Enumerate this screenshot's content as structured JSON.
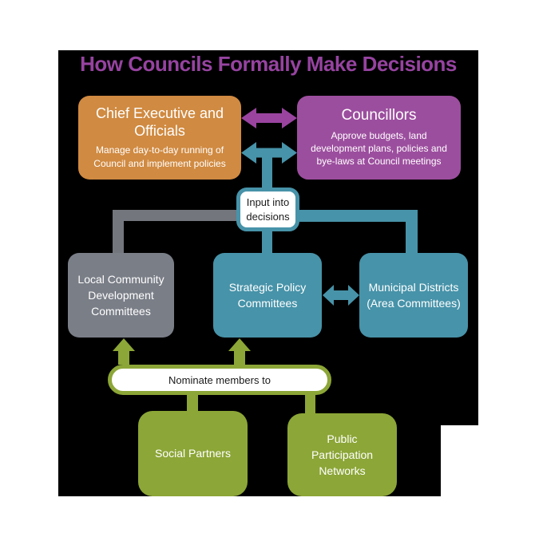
{
  "title": "How Councils Formally Make Decisions",
  "colors": {
    "black": "#000000",
    "page_bg": "#FFFFFF",
    "title_text": "#9643A0",
    "orange": "#D08A41",
    "purple": "#9C4E9E",
    "purple_arrow": "#9A44A0",
    "teal": "#4793A9",
    "gray": "#7A7E87",
    "gray_line": "#73767D",
    "green": "#8CA637",
    "white": "#FFFFFF",
    "dark_text": "#1A1A1A",
    "light_text": "#FFFFFF"
  },
  "boxes": {
    "chief_executive": {
      "title": "Chief Executive and\nOfficials",
      "description": "Manage day-to-day running of\nCouncil and implement policies"
    },
    "councillors": {
      "title": "Councillors",
      "description": "Approve budgets, land\ndevelopment plans, policies and\nbye-laws at Council meetings"
    },
    "input_into_decisions": {
      "label": "Input into\ndecisions"
    },
    "local_community": {
      "label": "Local Community\nDevelopment\nCommittees"
    },
    "strategic_policy": {
      "label": "Strategic Policy\nCommittees"
    },
    "municipal_districts": {
      "label": "Municipal Districts\n(Area Committees)"
    },
    "nominate": {
      "label": "Nominate members to"
    },
    "social_partners": {
      "label": "Social Partners"
    },
    "public_participation": {
      "label": "Public\nParticipation\nNetworks"
    }
  }
}
